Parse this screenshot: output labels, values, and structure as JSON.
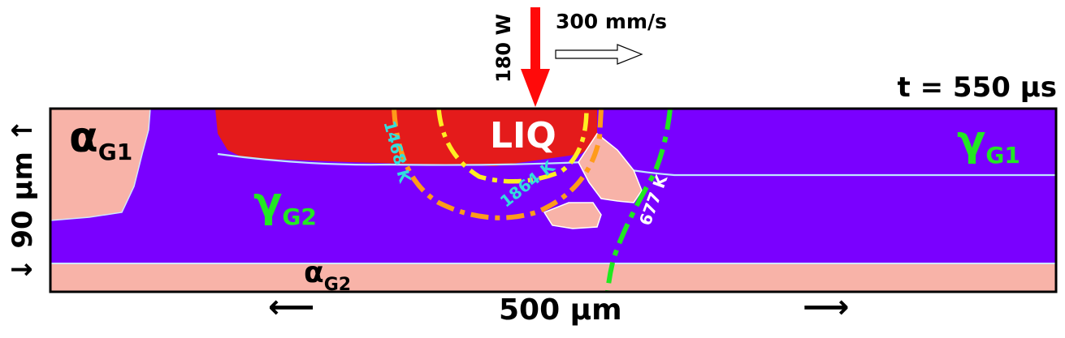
{
  "header": {
    "power": "180 W",
    "scan_speed": "300 mm/s",
    "time": "t = 550 µs"
  },
  "axes": {
    "width_label": "500 µm",
    "width_arrow_left": "⟵",
    "width_arrow_right": "⟶",
    "height_label": "↓ 90 µm ↑"
  },
  "regions": {
    "liq": "LIQ",
    "alpha_g1": {
      "base": "α",
      "sub": "G1"
    },
    "gamma_g1": {
      "base": "γ",
      "sub": "G1"
    },
    "gamma_g2": {
      "base": "γ",
      "sub": "G2"
    },
    "alpha_g2": {
      "base": "α",
      "sub": "G2"
    }
  },
  "isotherms": [
    {
      "label": "1468 K",
      "color": "#33dddd"
    },
    {
      "label": "1864 K",
      "color": "#33dddd"
    },
    {
      "label": "677 K",
      "color": "#ffffff"
    }
  ],
  "colors": {
    "gamma_phase": "#7a00ff",
    "alpha_phase": "#f8b3a8",
    "liquid": "#e41b1b",
    "laser": "#ff0a0a",
    "isotherm_orange": "#ff9b1a",
    "isotherm_yellow": "#ffee22",
    "isotherm_green": "#20e820",
    "label_green": "#22e822"
  }
}
